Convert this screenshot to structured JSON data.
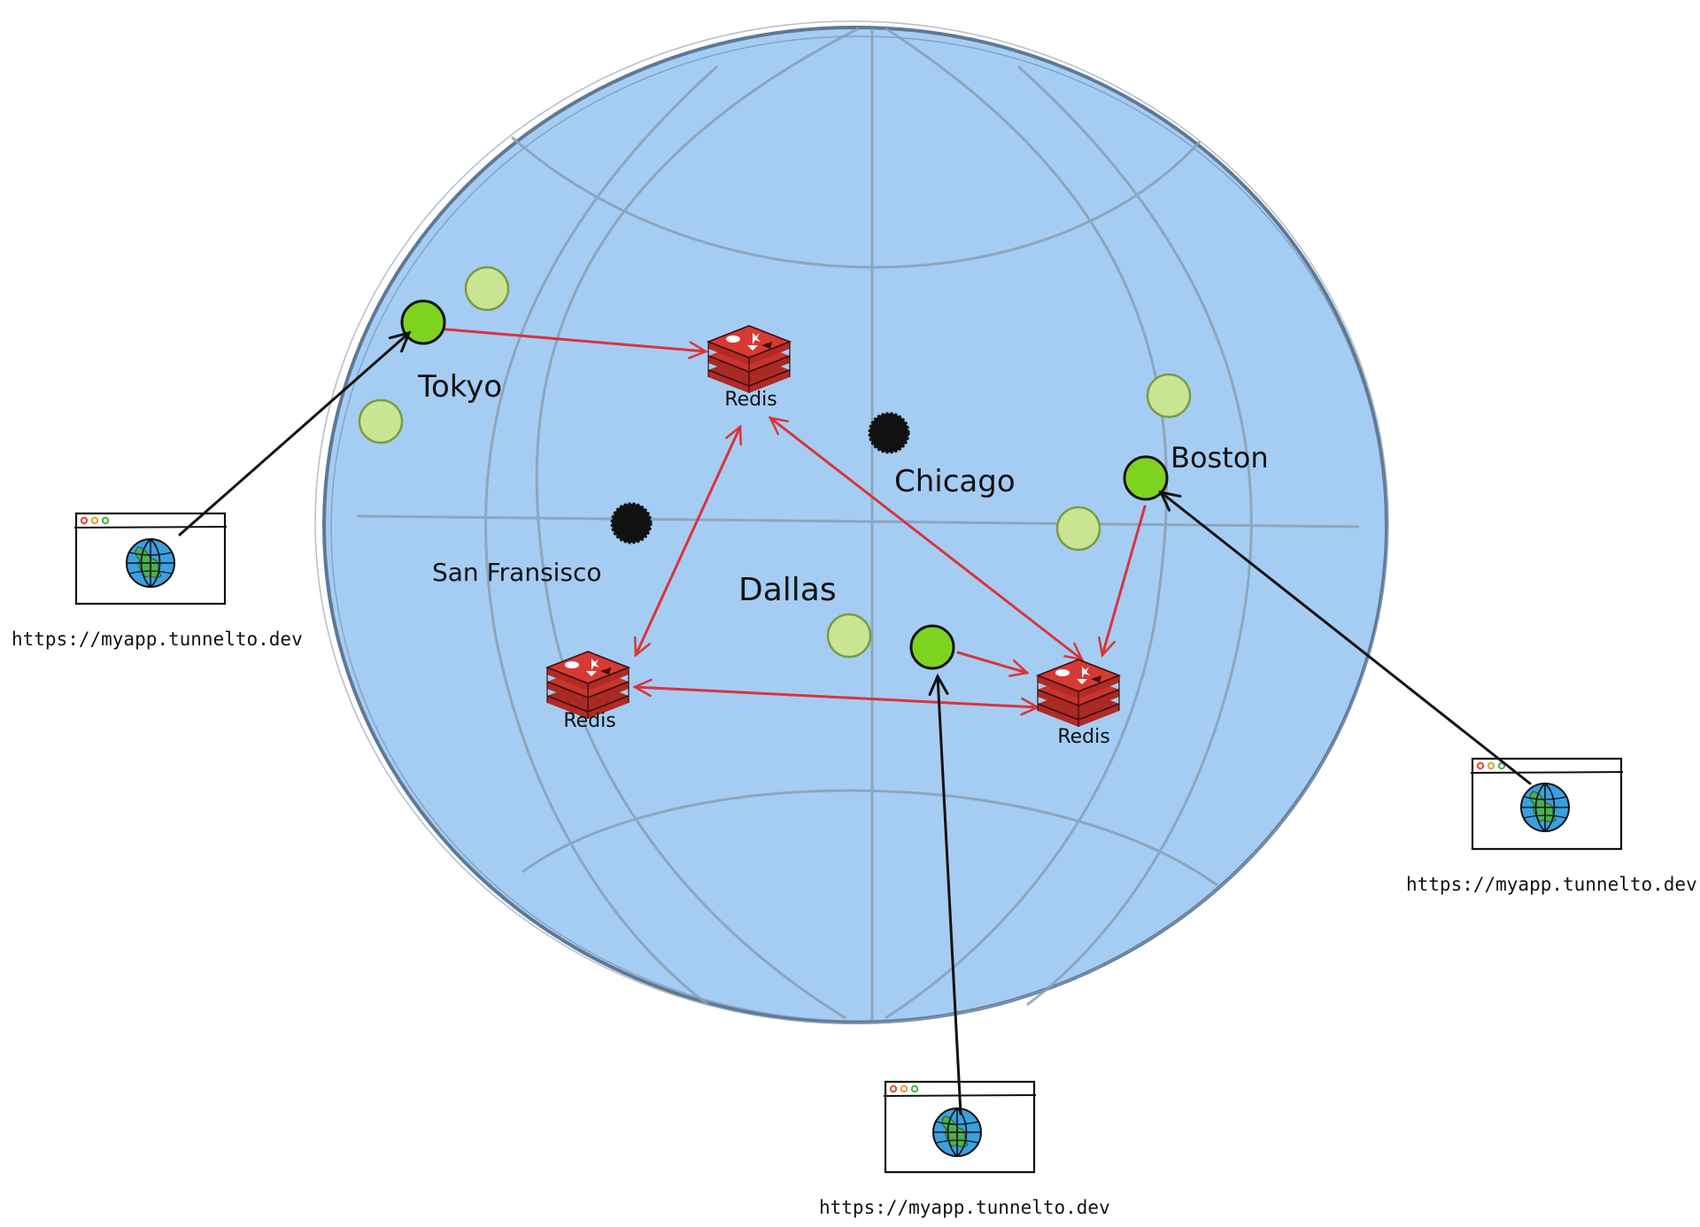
{
  "colors": {
    "globe_fill": "#a5cdf3",
    "globe_stroke": "#5f7896",
    "grid_line": "#8a9fb5",
    "node_active": "#7ed321",
    "node_inactive": "#c9e594",
    "node_dark": "#111111",
    "redis_red": "#d63a32",
    "arrow_red": "#d9343a",
    "arrow_black": "#111111",
    "globe_icon_blue": "#3aa0e0",
    "globe_icon_green": "#4caf50"
  },
  "cities": {
    "tokyo": "Tokyo",
    "boston": "Boston",
    "chicago": "Chicago",
    "san_francisco": "San Fransisco",
    "dallas": "Dallas"
  },
  "redis": {
    "top": "Redis",
    "left": "Redis",
    "right": "Redis"
  },
  "clients": {
    "left_url": "https://myapp.tunnelto.dev",
    "right_url": "https://myapp.tunnelto.dev",
    "bottom_url": "https://myapp.tunnelto.dev"
  },
  "icons": {
    "browser": "browser-window-icon",
    "globe": "globe-icon",
    "redis": "redis-stack-icon"
  }
}
